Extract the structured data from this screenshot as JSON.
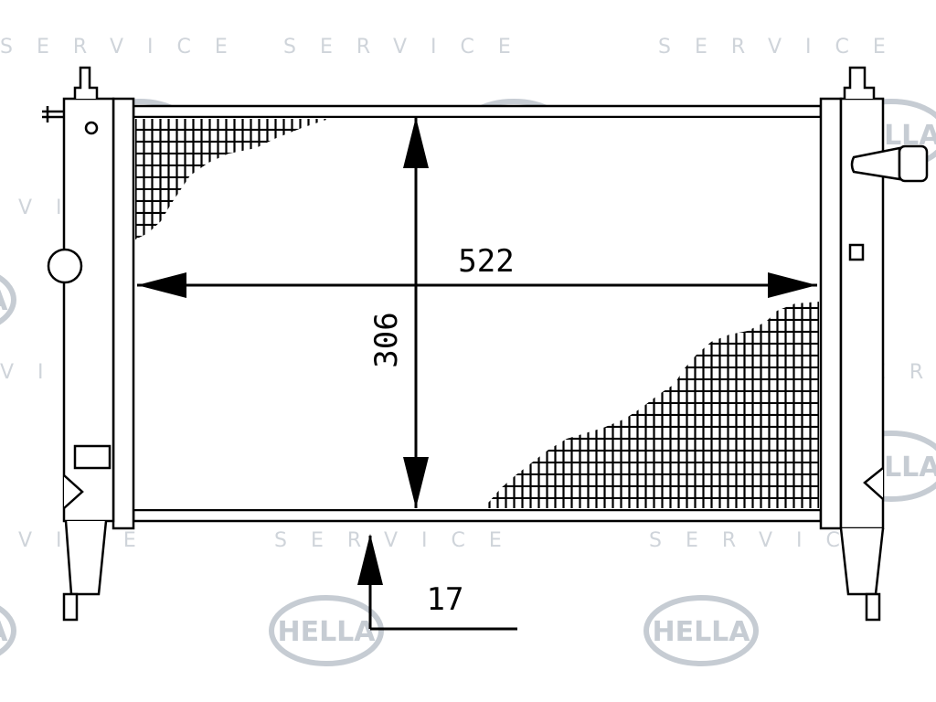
{
  "watermark": {
    "brand": "HELLA",
    "service": "SERVICE"
  },
  "dimensions": {
    "width": "522",
    "height": "306",
    "thickness": "17"
  },
  "colors": {
    "line": "#000000",
    "watermark": "#c6ccd3",
    "background": "#ffffff"
  }
}
